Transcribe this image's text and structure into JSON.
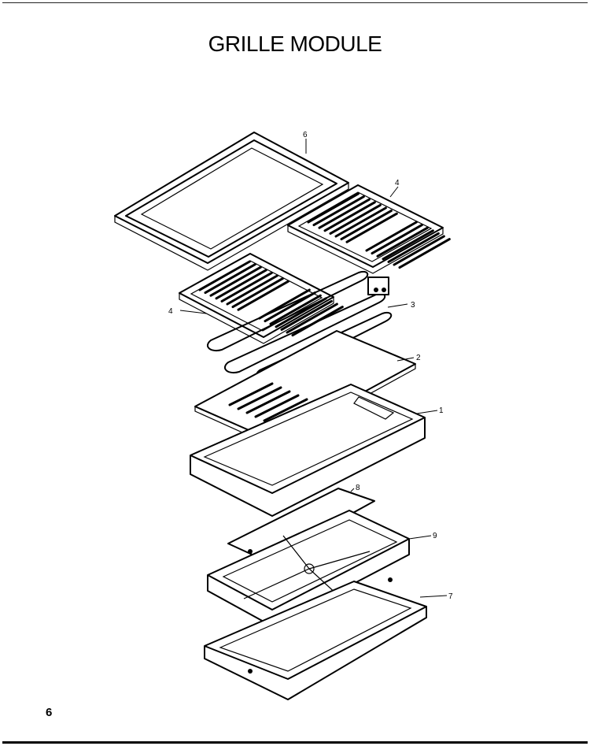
{
  "title": "GRILLE MODULE",
  "page_number": "6",
  "callouts": [
    {
      "id": "6",
      "label": "6"
    },
    {
      "id": "4a",
      "label": "4"
    },
    {
      "id": "4b",
      "label": "4"
    },
    {
      "id": "3",
      "label": "3"
    },
    {
      "id": "2",
      "label": "2"
    },
    {
      "id": "1",
      "label": "1"
    },
    {
      "id": "8",
      "label": "8"
    },
    {
      "id": "9",
      "label": "9"
    },
    {
      "id": "7",
      "label": "7"
    }
  ]
}
